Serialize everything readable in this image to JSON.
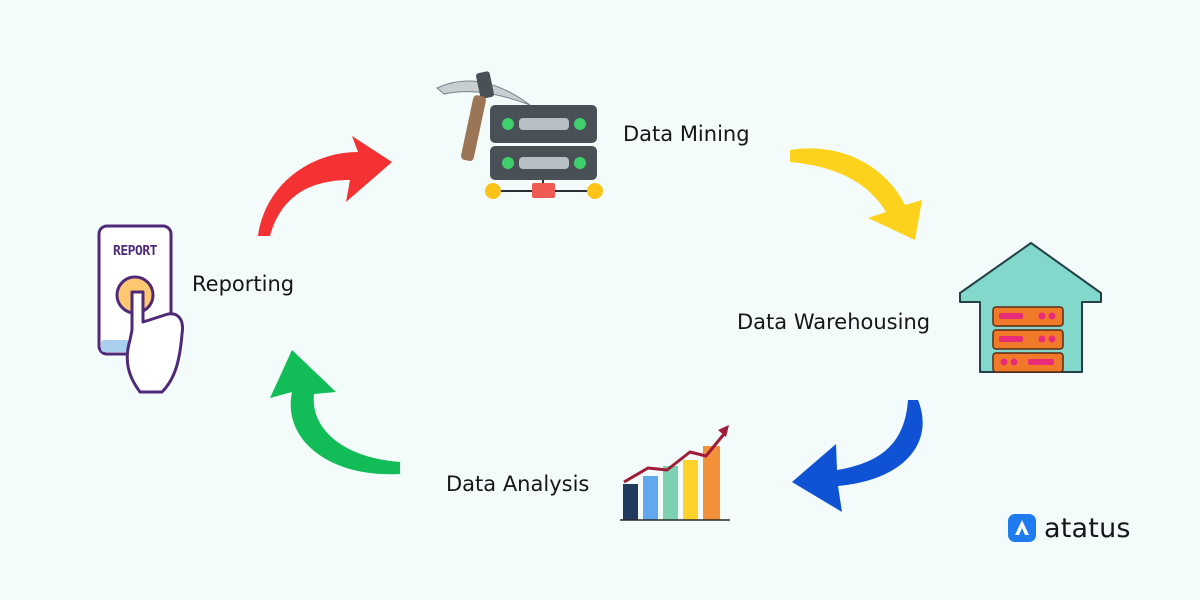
{
  "stages": {
    "mining": {
      "label": "Data Mining"
    },
    "warehousing": {
      "label": "Data Warehousing"
    },
    "analysis": {
      "label": "Data Analysis"
    },
    "reporting": {
      "label": "Reporting",
      "card_text": "REPORT"
    }
  },
  "brand": {
    "name": "atatus"
  },
  "colors": {
    "background": "#f3fcfa",
    "arrow_reporting_to_mining": "#f43234",
    "arrow_mining_to_warehousing": "#fcd21d",
    "arrow_warehousing_to_analysis": "#0f52d4",
    "arrow_analysis_to_reporting": "#12bd57",
    "brand_accent": "#1f7cf0"
  },
  "icons": {
    "mining": "server-pickaxe-icon",
    "warehousing": "warehouse-server-icon",
    "analysis": "bar-chart-trend-icon",
    "reporting": "report-touch-icon",
    "brand": "atatus-logo-icon"
  }
}
